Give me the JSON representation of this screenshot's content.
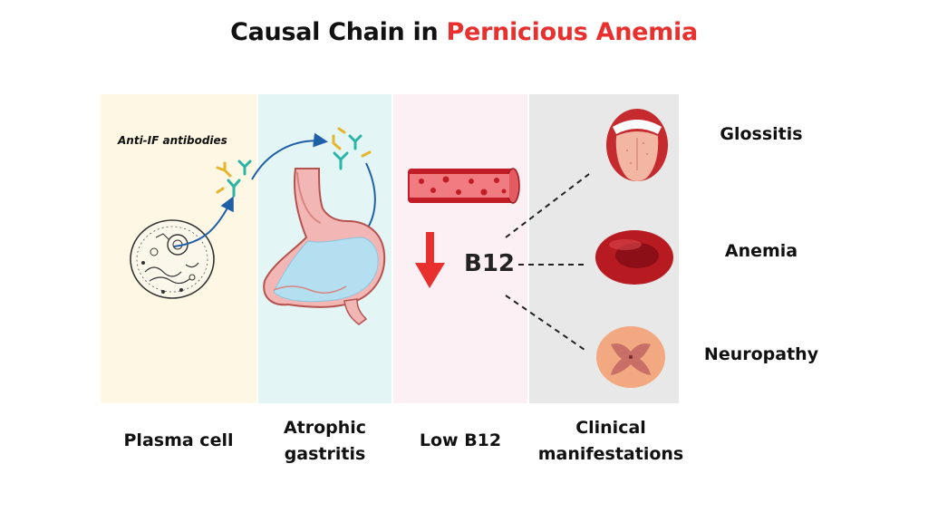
{
  "title": {
    "prefix": "Causal Chain in ",
    "accent": "Pernicious Anemia"
  },
  "panels": [
    {
      "label": "Plasma cell"
    },
    {
      "label": "Atrophic\ngastritis"
    },
    {
      "label": "Low B12"
    },
    {
      "label": "Clinical\nmanifestations"
    }
  ],
  "annotations": {
    "antibodies": "Anti-IF antibodies",
    "b12": "B12"
  },
  "manifestations": [
    "Glossitis",
    "Anemia",
    "Neuropathy"
  ],
  "colors": {
    "accent": "#e8312f",
    "arrow_blue": "#1f5fa8"
  }
}
